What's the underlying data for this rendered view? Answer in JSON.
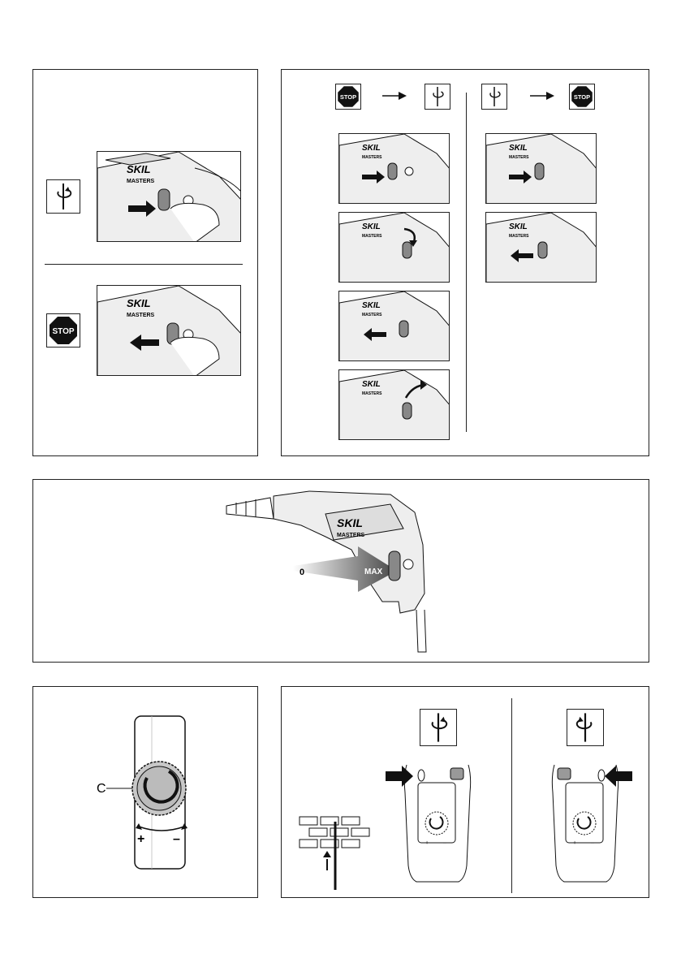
{
  "brand": {
    "logo": "SKIL",
    "sub": "MASTERS"
  },
  "icons": {
    "stop_label": "STOP",
    "forward": "rotation-clockwise-icon",
    "reverse": "rotation-counterclockwise-icon"
  },
  "speed_panel": {
    "min_label": "0",
    "max_label": "MAX"
  },
  "dial_panel": {
    "callout": "C",
    "plus": "+",
    "minus": "–"
  },
  "direction_panel": {
    "plus": "+",
    "minus": "–"
  }
}
